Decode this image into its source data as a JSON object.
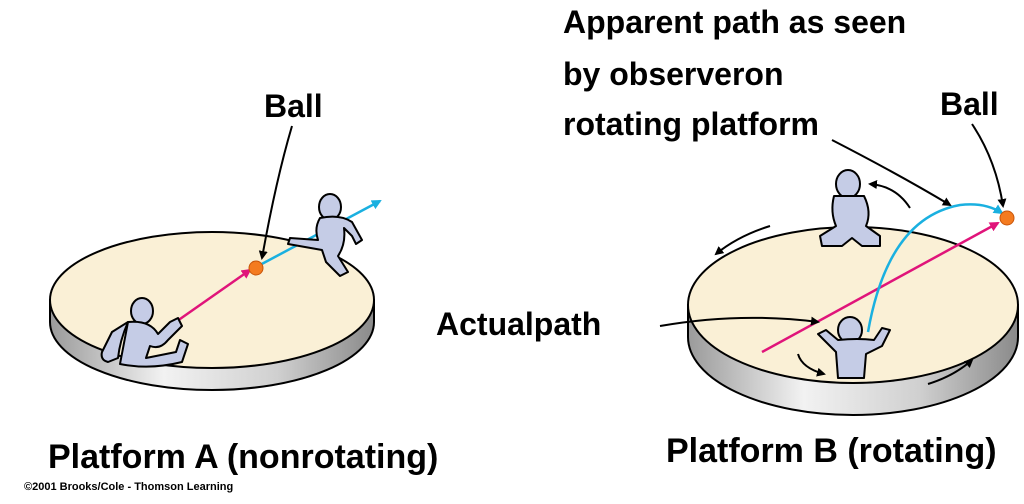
{
  "labels": {
    "ball_a": "Ball",
    "ball_b": "Ball",
    "apparent_path_line1": "Apparent path as seen",
    "apparent_path_line2": "by observeron",
    "apparent_path_line3": "rotating platform",
    "actual_path": "Actualpath",
    "platform_a": "Platform A (nonrotating)",
    "platform_b": "Platform B (rotating)",
    "copyright": "©2001 Brooks/Cole - Thomson Learning"
  },
  "colors": {
    "platform_top": "#faf0d6",
    "platform_side": "#c8c8c8",
    "ball": "#f47b20",
    "actual_arrow": "#e0147a",
    "apparent_arrow": "#1ab0e0",
    "figure_fill": "#c5cce6"
  },
  "icons": {
    "person": "seated-person-icon",
    "ball": "ball-dot-icon"
  }
}
